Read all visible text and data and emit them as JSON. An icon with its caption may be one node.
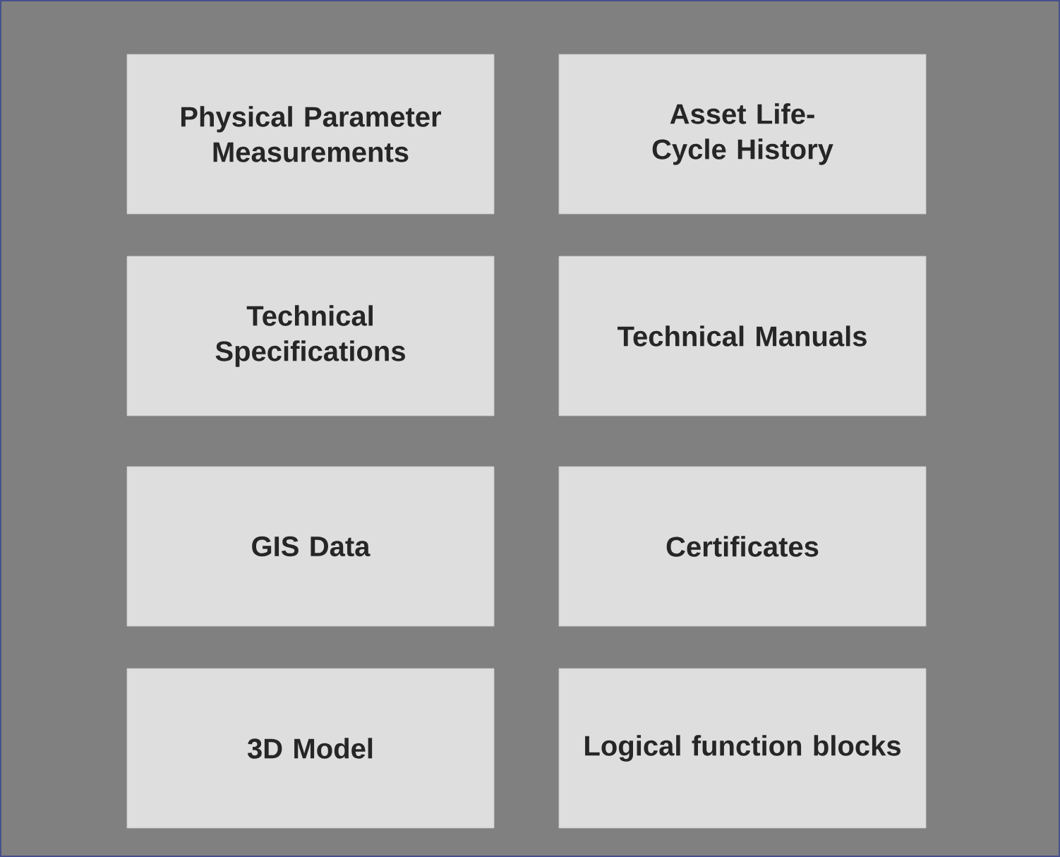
{
  "diagram": {
    "nodes": [
      {
        "text": [
          "Physical Parameter Measurements"
        ]
      },
      {
        "text": [
          "Asset Life-Cycle History"
        ]
      },
      {
        "text": [
          "Technical Specifications"
        ]
      },
      {
        "text": [
          "Technical Manuals"
        ]
      },
      {
        "text": [
          "GIS Data"
        ]
      },
      {
        "text": [
          "Certificates"
        ]
      },
      {
        "text": [
          "3D Model"
        ]
      },
      {
        "text": [
          "Logical function blocks"
        ]
      }
    ]
  }
}
